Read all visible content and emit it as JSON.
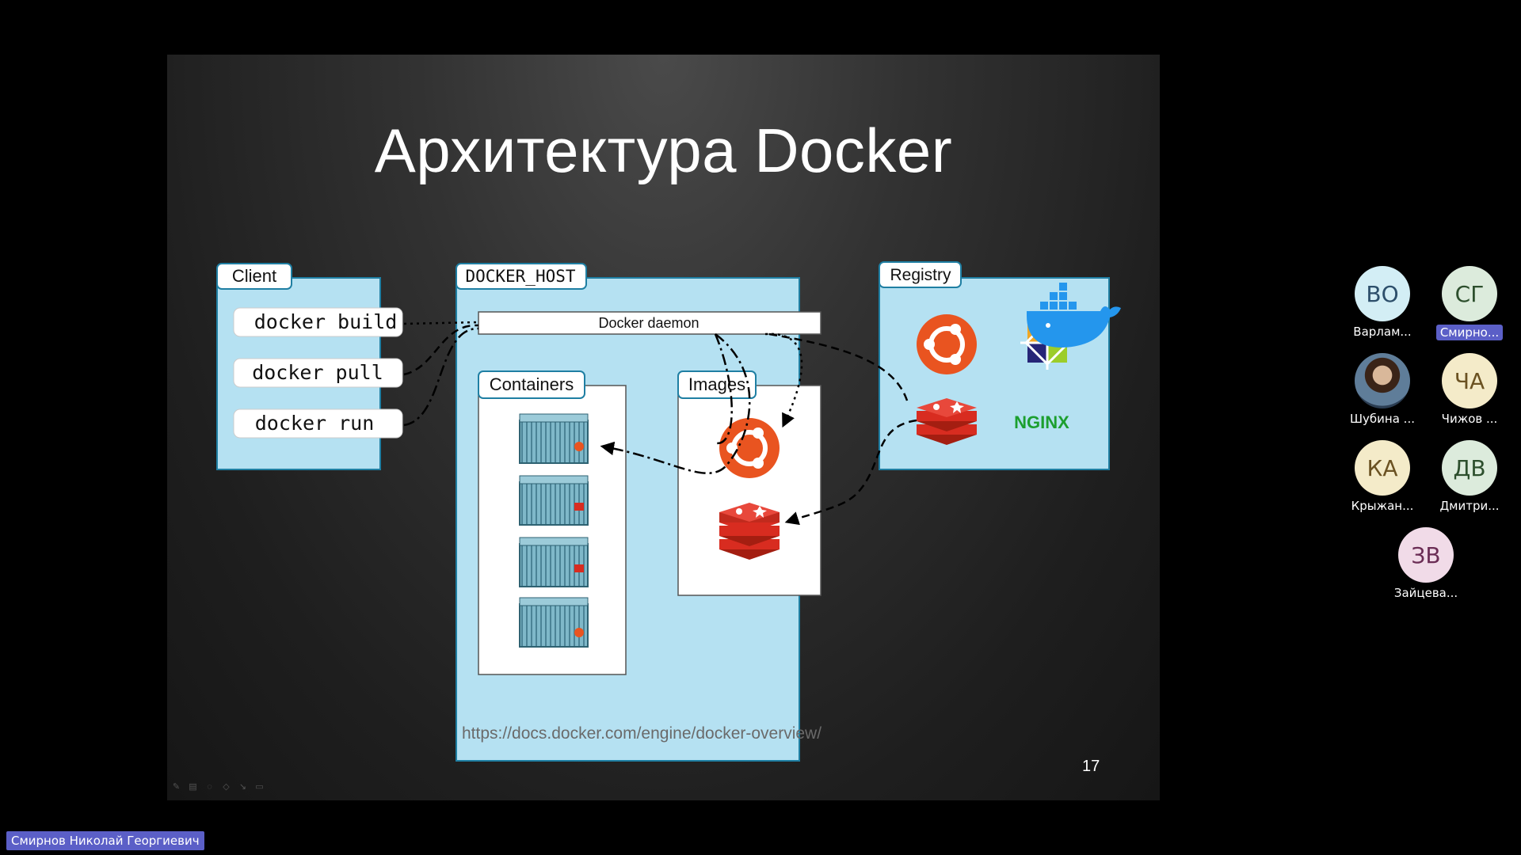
{
  "slide": {
    "title": "Архитектура Docker",
    "url": "https://docs.docker.com/engine/docker-overview/",
    "page_number": "17"
  },
  "diagram": {
    "client_label": "Client",
    "commands": [
      "docker build",
      "docker pull",
      "docker run"
    ],
    "host_label": "DOCKER_HOST",
    "daemon_label": "Docker daemon",
    "containers_label": "Containers",
    "images_label": "Images",
    "registry_label": "Registry",
    "nginx_label": "NGINX",
    "colors": {
      "panel": "#b5e1f2",
      "panel_border": "#1f7fa3",
      "ubuntu": "#e95420",
      "redis": "#d82c20"
    }
  },
  "participants": [
    {
      "initials": "ВО",
      "name": "Варлам...",
      "bg": "#d3eef5",
      "fg": "#2d4f6b"
    },
    {
      "initials": "СГ",
      "name": "Смирно...",
      "bg": "#dcebdc",
      "fg": "#2d4f2d",
      "active": true
    },
    {
      "initials": "",
      "name": "Шубина ...",
      "photo": true
    },
    {
      "initials": "ЧА",
      "name": "Чижов ...",
      "bg": "#f4ebc9",
      "fg": "#6b5222"
    },
    {
      "initials": "КА",
      "name": "Крыжан...",
      "bg": "#f4ebc9",
      "fg": "#6b5222"
    },
    {
      "initials": "ДВ",
      "name": "Дмитри...",
      "bg": "#dcebdc",
      "fg": "#2d4f2d"
    },
    {
      "initials": "ЗВ",
      "name": "Зайцева...",
      "bg": "#f1dbe8",
      "fg": "#6b2d55"
    }
  ],
  "speaker": {
    "name": "Смирнов Николай Георгиевич"
  }
}
